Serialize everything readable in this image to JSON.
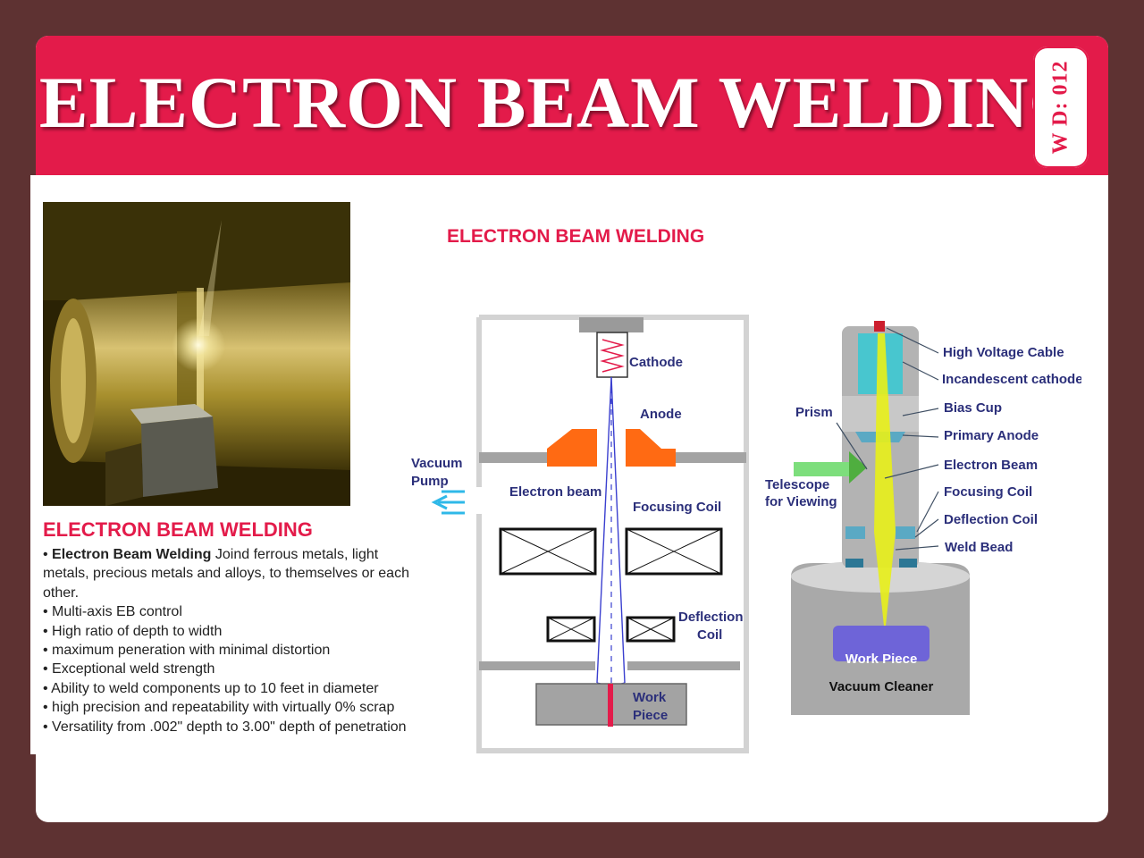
{
  "header": {
    "title": "ELECTRON BEAM WELDING",
    "code": "W D: 012"
  },
  "photo": {
    "description": "welding-photo"
  },
  "left_panel": {
    "heading": "ELECTRON BEAM WELDING",
    "bullets": [
      {
        "bold": "Electron Beam Welding",
        "text": " Joind ferrous metals, light metals, precious metals and alloys, to themselves or each other."
      },
      {
        "bold": "",
        "text": "Multi-axis EB control"
      },
      {
        "bold": "",
        "text": "High ratio of depth to width"
      },
      {
        "bold": "",
        "text": "maximum peneration with minimal distortion"
      },
      {
        "bold": "",
        "text": "Exceptional weld strength"
      },
      {
        "bold": "",
        "text": "Ability to weld components up to 10 feet in diameter"
      },
      {
        "bold": "",
        "text": "high precision and repeatability with virtually 0% scrap"
      },
      {
        "bold": "",
        "text": "Versatility from .002\" depth to 3.00\" depth of penetration"
      }
    ]
  },
  "diagram1": {
    "title": "ELECTRON BEAM WELDING",
    "labels": {
      "cathode": "Cathode",
      "anode": "Anode",
      "vacuum": "Vacuum",
      "pump": "Pump",
      "electron_beam": "Electron beam",
      "focusing_coil": "Focusing Coil",
      "deflection": "Deflection",
      "coil": "Coil",
      "work": "Work",
      "piece": "Piece"
    }
  },
  "diagram2": {
    "labels": {
      "high_voltage_cable": "High Voltage Cable",
      "incandescent_cathode": "Incandescent cathode",
      "bias_cup": "Bias Cup",
      "primary_anode": "Primary Anode",
      "electron_beam": "Electron Beam",
      "focusing_coil": "Focusing Coil",
      "deflection_coil": "Deflection Coil",
      "weld_bead": "Weld Bead",
      "prism": "Prism",
      "telescope": "Telescope",
      "for_viewing": "for Viewing",
      "work_piece": "Work Piece",
      "vacuum_cleaner": "Vacuum Cleaner"
    }
  },
  "colors": {
    "accent": "#e31b4a",
    "frame": "#5e3232",
    "label": "#2b2f7a",
    "anode": "#ff6a13"
  }
}
